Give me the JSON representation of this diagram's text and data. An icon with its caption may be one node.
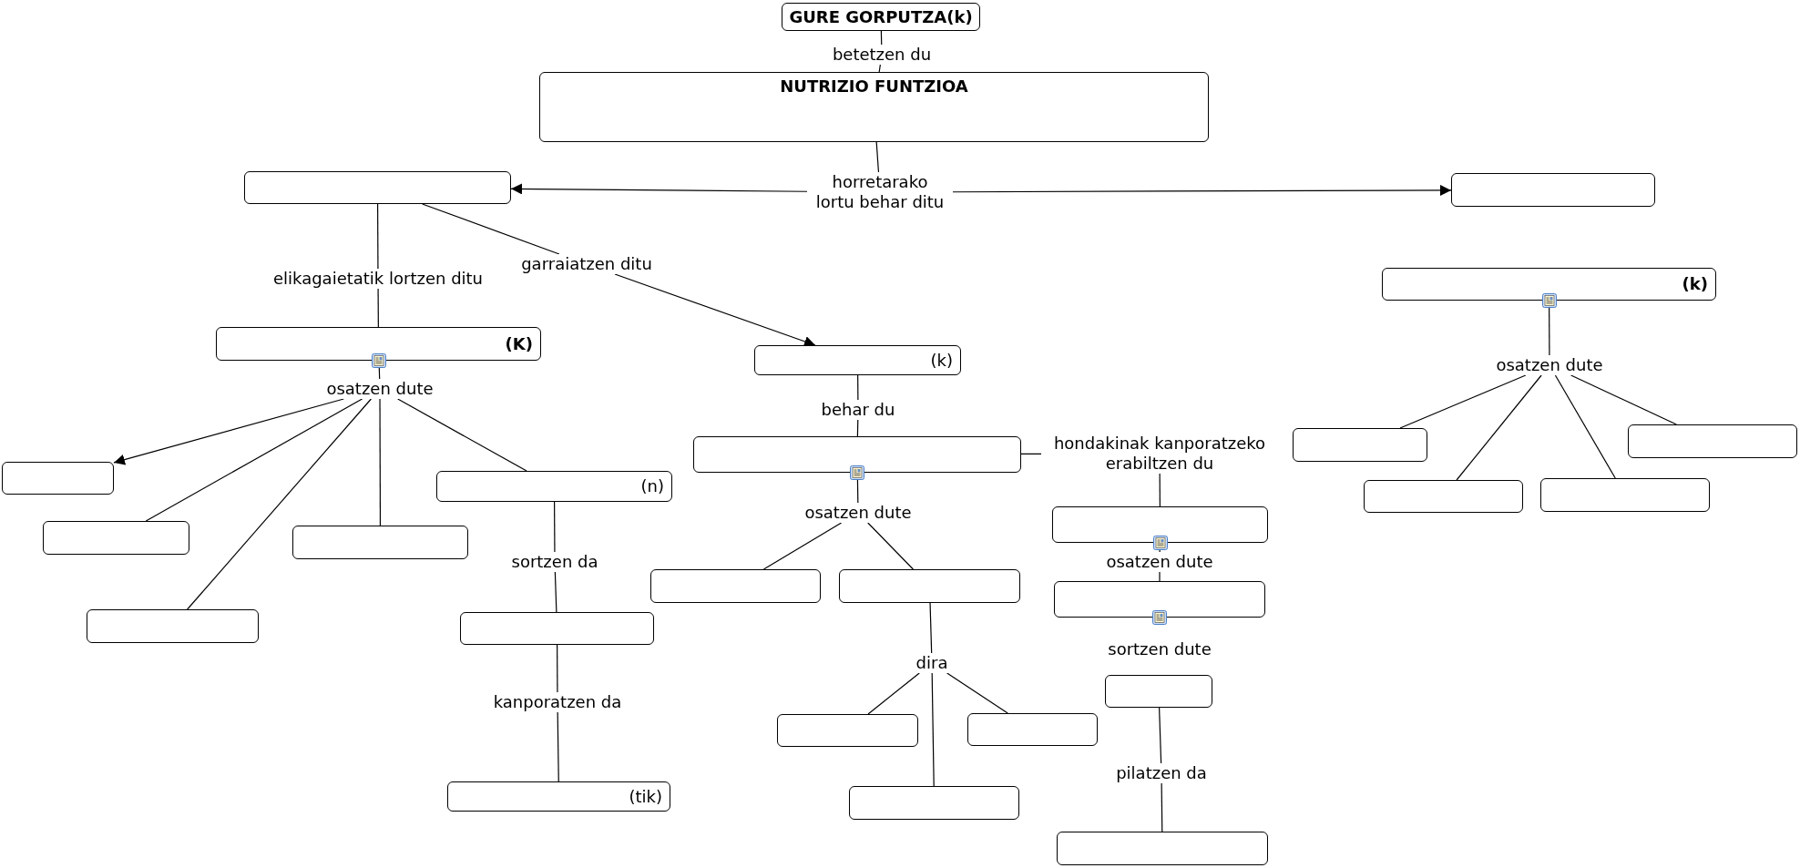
{
  "diagram": {
    "nodes": [
      {
        "text": [
          "GURE GORPUTZA(k)"
        ]
      },
      {
        "text": [
          "betetzen du"
        ]
      },
      {
        "text": [
          "NUTRIZIO FUNTZIOA"
        ]
      },
      {
        "text": [
          "horretarako lortu behar ditu"
        ]
      },
      {
        "text": [],
        "shape": "box"
      },
      {
        "text": [],
        "shape": "box"
      },
      {
        "text": [
          "elikagaietatik lortzen ditu"
        ]
      },
      {
        "text": [
          "garraiatzen ditu"
        ]
      },
      {
        "text": [
          "(K)"
        ]
      },
      {
        "text": [
          "(k)"
        ]
      },
      {
        "text": [
          "(k)"
        ]
      },
      {
        "text": [
          "osatzen dute"
        ]
      },
      {
        "text": [
          "behar du"
        ]
      },
      {
        "text": [
          "osatzen dute"
        ]
      },
      {
        "text": [],
        "shape": "box"
      },
      {
        "text": [],
        "shape": "box"
      },
      {
        "text": [],
        "shape": "box"
      },
      {
        "text": [],
        "shape": "box"
      },
      {
        "text": [
          "(n)"
        ]
      },
      {
        "text": [],
        "shape": "box"
      },
      {
        "text": [
          "hondakinak kanporatzeko erabiltzen du"
        ]
      },
      {
        "text": [
          "sortzen da"
        ]
      },
      {
        "text": [],
        "shape": "box"
      },
      {
        "text": [
          "kanporatzen da"
        ]
      },
      {
        "text": [
          "(tik)"
        ]
      },
      {
        "text": [
          "osatzen dute"
        ]
      },
      {
        "text": [],
        "shape": "box"
      },
      {
        "text": [],
        "shape": "box"
      },
      {
        "text": [
          "dira"
        ]
      },
      {
        "text": [],
        "shape": "box"
      },
      {
        "text": [],
        "shape": "box"
      },
      {
        "text": [],
        "shape": "box"
      },
      {
        "text": [],
        "shape": "box"
      },
      {
        "text": [
          "osatzen dute"
        ]
      },
      {
        "text": [],
        "shape": "box"
      },
      {
        "text": [
          "sortzen dute"
        ]
      },
      {
        "text": [],
        "shape": "box"
      },
      {
        "text": [
          "pilatzen da"
        ]
      },
      {
        "text": [],
        "shape": "box"
      },
      {
        "text": [],
        "shape": "box"
      },
      {
        "text": [],
        "shape": "box"
      },
      {
        "text": [],
        "shape": "box"
      },
      {
        "text": [],
        "shape": "box"
      }
    ],
    "edges": [
      {
        "from": 0,
        "to": 1,
        "arrow": "none"
      },
      {
        "from": 1,
        "to": 2,
        "arrow": "none"
      },
      {
        "from": 2,
        "to": 3,
        "arrow": "none"
      },
      {
        "from": 3,
        "to": 4,
        "arrow": "to"
      },
      {
        "from": 3,
        "to": 5,
        "arrow": "to"
      },
      {
        "from": 4,
        "to": 6,
        "arrow": "none"
      },
      {
        "from": 6,
        "to": 8,
        "arrow": "none"
      },
      {
        "from": 4,
        "to": 7,
        "arrow": "none"
      },
      {
        "from": 7,
        "to": 9,
        "arrow": "to"
      },
      {
        "from": 8,
        "to": 11,
        "arrow": "none"
      },
      {
        "from": 11,
        "to": 14,
        "arrow": "to"
      },
      {
        "from": 11,
        "to": 15,
        "arrow": "none"
      },
      {
        "from": 11,
        "to": 16,
        "arrow": "none"
      },
      {
        "from": 11,
        "to": 17,
        "arrow": "none"
      },
      {
        "from": 11,
        "to": 18,
        "arrow": "none"
      },
      {
        "from": 18,
        "to": 21,
        "arrow": "none"
      },
      {
        "from": 21,
        "to": 22,
        "arrow": "none"
      },
      {
        "from": 22,
        "to": 23,
        "arrow": "none"
      },
      {
        "from": 23,
        "to": 24,
        "arrow": "none"
      },
      {
        "from": 9,
        "to": 12,
        "arrow": "none"
      },
      {
        "from": 12,
        "to": 19,
        "arrow": "none"
      },
      {
        "from": 19,
        "to": 25,
        "arrow": "none"
      },
      {
        "from": 25,
        "to": 26,
        "arrow": "none"
      },
      {
        "from": 25,
        "to": 27,
        "arrow": "none"
      },
      {
        "from": 27,
        "to": 28,
        "arrow": "none"
      },
      {
        "from": 28,
        "to": 29,
        "arrow": "none"
      },
      {
        "from": 28,
        "to": 30,
        "arrow": "none"
      },
      {
        "from": 28,
        "to": 31,
        "arrow": "none"
      },
      {
        "from": 19,
        "to": 20,
        "arrow": "none"
      },
      {
        "from": 20,
        "to": 32,
        "arrow": "none"
      },
      {
        "from": 32,
        "to": 33,
        "arrow": "none"
      },
      {
        "from": 33,
        "to": 34,
        "arrow": "none"
      },
      {
        "from": 36,
        "to": 37,
        "arrow": "none"
      },
      {
        "from": 37,
        "to": 38,
        "arrow": "none"
      },
      {
        "from": 10,
        "to": 13,
        "arrow": "none"
      },
      {
        "from": 13,
        "to": 39,
        "arrow": "none"
      },
      {
        "from": 13,
        "to": 40,
        "arrow": "none"
      },
      {
        "from": 13,
        "to": 41,
        "arrow": "none"
      },
      {
        "from": 13,
        "to": 42,
        "arrow": "none"
      }
    ]
  }
}
